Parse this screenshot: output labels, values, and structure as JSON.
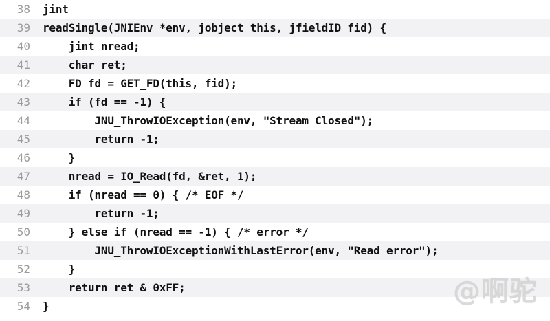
{
  "code_view": {
    "lines": [
      {
        "number": "38",
        "text": "jint"
      },
      {
        "number": "39",
        "text": "readSingle(JNIEnv *env, jobject this, jfieldID fid) {"
      },
      {
        "number": "40",
        "text": "    jint nread;"
      },
      {
        "number": "41",
        "text": "    char ret;"
      },
      {
        "number": "42",
        "text": "    FD fd = GET_FD(this, fid);"
      },
      {
        "number": "43",
        "text": "    if (fd == -1) {"
      },
      {
        "number": "44",
        "text": "        JNU_ThrowIOException(env, \"Stream Closed\");"
      },
      {
        "number": "45",
        "text": "        return -1;"
      },
      {
        "number": "46",
        "text": "    }"
      },
      {
        "number": "47",
        "text": "    nread = IO_Read(fd, &ret, 1);"
      },
      {
        "number": "48",
        "text": "    if (nread == 0) { /* EOF */"
      },
      {
        "number": "49",
        "text": "        return -1;"
      },
      {
        "number": "50",
        "text": "    } else if (nread == -1) { /* error */"
      },
      {
        "number": "51",
        "text": "        JNU_ThrowIOExceptionWithLastError(env, \"Read error\");"
      },
      {
        "number": "52",
        "text": "    }"
      },
      {
        "number": "53",
        "text": "    return ret & 0xFF;"
      },
      {
        "number": "54",
        "text": "}"
      }
    ]
  },
  "watermark": {
    "text": "@啊驼"
  },
  "colors": {
    "background": "#ffffff",
    "alternate_row": "#f2f2f4",
    "line_number": "#9b9b9b",
    "code_text": "#111111"
  }
}
